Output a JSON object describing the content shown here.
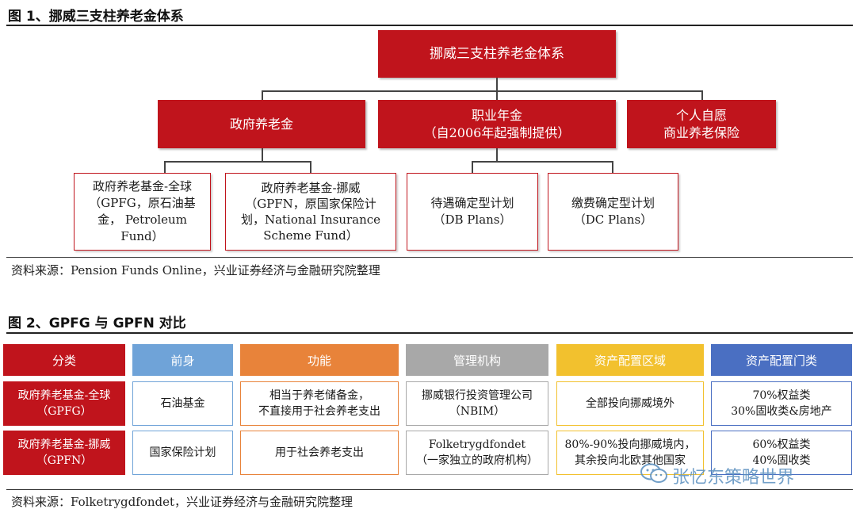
{
  "fig1": {
    "title": "图 1、挪威三支柱养老金体系",
    "root": "挪威三支柱养老金体系",
    "pillar1": "政府养老金",
    "pillar2_line1": "职业年金",
    "pillar2_line2": "（自2006年起强制提供）",
    "pillar3_line1": "个人自愿",
    "pillar3_line2": "商业养老保险",
    "gpfg_lines": [
      "政府养老基金-全球",
      "（GPFG，原石油基",
      "金， Petroleum Fund）"
    ],
    "gpfn_lines": [
      "政府养老基金-挪威",
      "（GPFN，原国家保险计",
      "划，National Insurance",
      "Scheme Fund）"
    ],
    "db_lines": [
      "待遇确定型计划",
      "（DB Plans）"
    ],
    "dc_lines": [
      "缴费确定型计划",
      "（DC Plans）"
    ],
    "source": "资料来源：Pension Funds Online，兴业证券经济与金融研究院整理"
  },
  "fig2": {
    "title": "图 2、GPFG 与 GPFN 对比",
    "headers": [
      "分类",
      "前身",
      "功能",
      "管理机构",
      "资产配置区域",
      "资产配置门类"
    ],
    "header_colors": [
      "#c0141c",
      "#6fa3d8",
      "#e8833a",
      "#a8a8a8",
      "#f2c12e",
      "#4a6fc2"
    ],
    "rows": [
      {
        "name_lines": [
          "政府养老基金-全球",
          "（GPFG）"
        ],
        "predecessor": "石油基金",
        "function_lines": [
          "相当于养老储备金，",
          "不直接用于社会养老支出"
        ],
        "manager_lines": [
          "挪威银行投资管理公司",
          "（NBIM）"
        ],
        "region_lines": [
          "全部投向挪威境外"
        ],
        "asset_lines": [
          "70%权益类",
          "30%固收类&房地产"
        ]
      },
      {
        "name_lines": [
          "政府养老基金-挪威",
          "（GPFN）"
        ],
        "predecessor": "国家保险计划",
        "function_lines": [
          "用于社会养老支出"
        ],
        "manager_lines": [
          "Folketrygdfondet",
          "（一家独立的政府机构）"
        ],
        "region_lines": [
          "80%-90%投向挪威境内，",
          "其余投向北欧其他国家"
        ],
        "asset_lines": [
          "60%权益类",
          "40%固收类"
        ]
      }
    ],
    "source": "资料来源：Folketrygdfondet，兴业证券经济与金融研究院整理"
  },
  "watermark": "张忆东策略世界"
}
